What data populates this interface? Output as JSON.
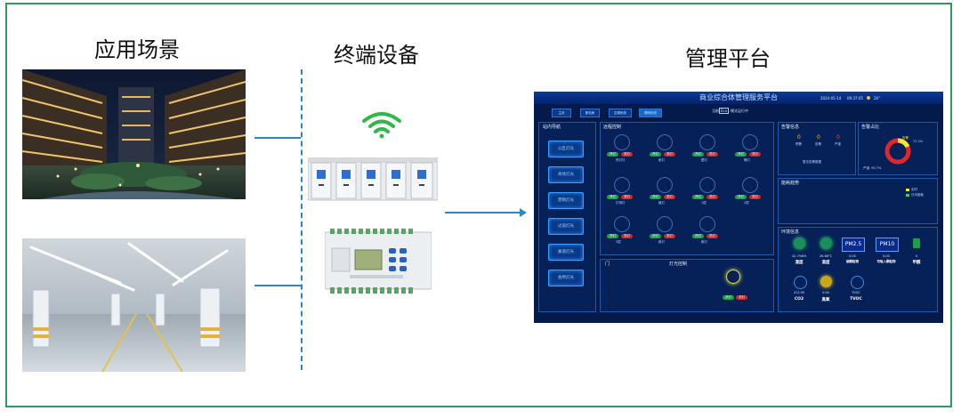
{
  "headings": {
    "scenes": "应用场景",
    "devices": "终端设备",
    "platform": "管理平台"
  },
  "colors": {
    "frame": "#2e9a5c",
    "connector": "#2f86c6",
    "wifi": "#2fb84a",
    "dashboard_bg": "#041a4a"
  },
  "dashboard": {
    "title": "商业综合体管理服务平台",
    "date": "2024-05-14",
    "time": "09:37:05",
    "temperature": "26°",
    "tabs": [
      "主页",
      "配电房",
      "空调系统",
      "照明系统"
    ],
    "mode_prefix": "当前",
    "mode_value": "Eco",
    "mode_suffix": "模式运行中",
    "nav_title": "站内导航",
    "nav_items": [
      "公区灯光",
      "商场灯光",
      "营销灯光",
      "过道灯光",
      "廊道灯光",
      "会所灯光"
    ],
    "control_title": "远程控制",
    "lamps": [
      {
        "name": "吊灯灯"
      },
      {
        "name": "射灯"
      },
      {
        "name": "壁灯"
      },
      {
        "name": "筒灯"
      },
      {
        "name": "灯带灯"
      },
      {
        "name": "植灯"
      },
      {
        "name": "1层"
      },
      {
        "name": "2层"
      },
      {
        "name": "3层"
      },
      {
        "name": "射灯"
      },
      {
        "name": "射灯"
      }
    ],
    "on_label": "开灯",
    "off_label": "关灯",
    "door_title": "门",
    "lighting_title": "灯光控制",
    "alarm_title": "告警信息",
    "alarm_counts": [
      {
        "value": "0",
        "label": "预警"
      },
      {
        "value": "0",
        "label": "告警"
      },
      {
        "value": "0",
        "label": "严重"
      }
    ],
    "alarm_empty": "暂无告警数据",
    "alarm_rate_title": "告警占比",
    "alarm_rate_legend": [
      "告警",
      "正常"
    ],
    "alarm_rate_value": "72.2%",
    "alarm_rate_caption": "严重: 90.7%",
    "trend_title": "能耗趋势",
    "trend_legend": [
      "实时",
      "日均能耗"
    ],
    "env_title": "环境信息",
    "env_top": [
      {
        "value": "42.7%RH",
        "name": "湿度"
      },
      {
        "value": "26.66°C",
        "name": "温度"
      },
      {
        "value": "0.00",
        "name": "细颗粒物",
        "box": "PM2.5"
      },
      {
        "value": "0.00",
        "name": "可吸入颗粒物",
        "box": "PM10"
      },
      {
        "value": "0",
        "name": "甲醛"
      }
    ],
    "env_bottom": [
      {
        "value": "412.00",
        "name": "CO2"
      },
      {
        "value": "0.00",
        "name": "臭氧"
      },
      {
        "value": "TVOC",
        "name": "TVOC"
      }
    ]
  }
}
